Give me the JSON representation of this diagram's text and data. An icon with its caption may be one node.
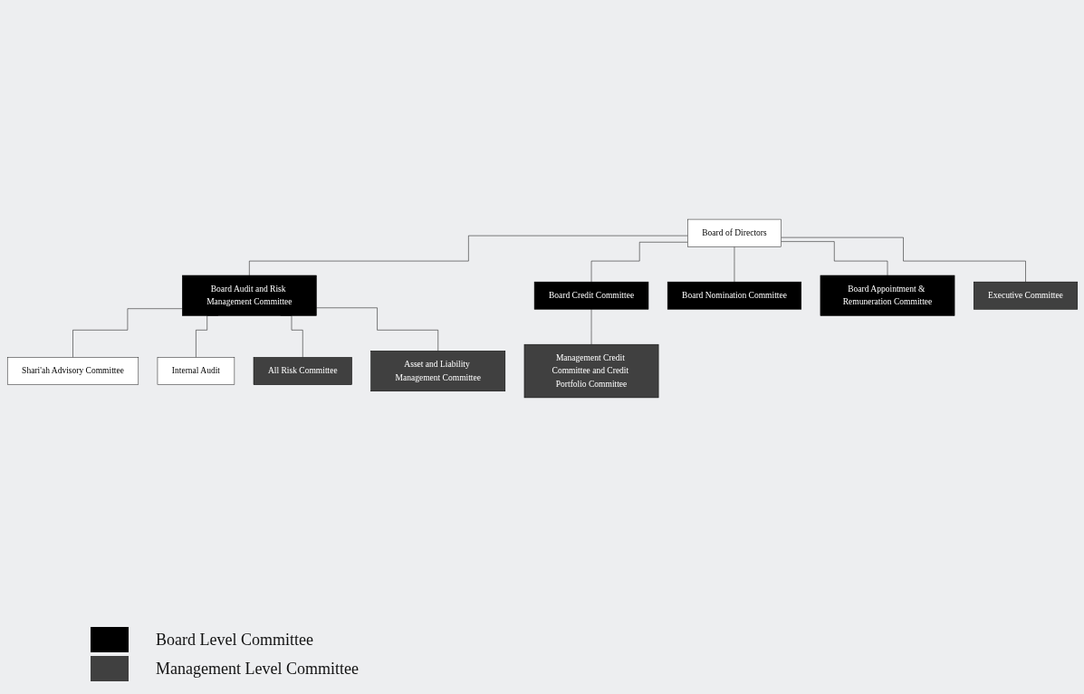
{
  "diagram": {
    "nodes": [
      {
        "text": [
          "Board of Directors"
        ]
      },
      {
        "text": [
          "Board Audit and Risk Management Committee"
        ]
      },
      {
        "text": [
          "Board Credit Committee"
        ]
      },
      {
        "text": [
          "Board Nomination Committee"
        ]
      },
      {
        "text": [
          "Board Appointment & Remuneration Committee"
        ]
      },
      {
        "text": [
          "Shari'ah Advisory Committee"
        ]
      },
      {
        "text": [
          "Internal Audit"
        ]
      },
      {
        "text": [
          "All Risk Committee"
        ]
      },
      {
        "text": [
          "Asset and Liability Management Committee"
        ]
      },
      {
        "text": [
          "Management Credit Committee and Credit Portfolio Committee"
        ]
      },
      {
        "text": [
          "Executive Committee"
        ]
      }
    ],
    "edges": [
      {
        "from": 0,
        "to": 1,
        "arrow": "none"
      },
      {
        "from": 0,
        "to": 2,
        "arrow": "none"
      },
      {
        "from": 0,
        "to": 3,
        "arrow": "none"
      },
      {
        "from": 0,
        "to": 4,
        "arrow": "none"
      },
      {
        "from": 1,
        "to": 5,
        "arrow": "none"
      },
      {
        "from": 1,
        "to": 6,
        "arrow": "none"
      },
      {
        "from": 1,
        "to": 7,
        "arrow": "none"
      },
      {
        "from": 1,
        "to": 8,
        "arrow": "none"
      },
      {
        "from": 2,
        "to": 9,
        "arrow": "none"
      },
      {
        "from": 0,
        "to": 10,
        "arrow": "none"
      }
    ],
    "legend": [
      {
        "text": "Board Level Committee",
        "color": "#000000"
      },
      {
        "text": "Management Level Committee",
        "color": "#404040"
      }
    ]
  }
}
